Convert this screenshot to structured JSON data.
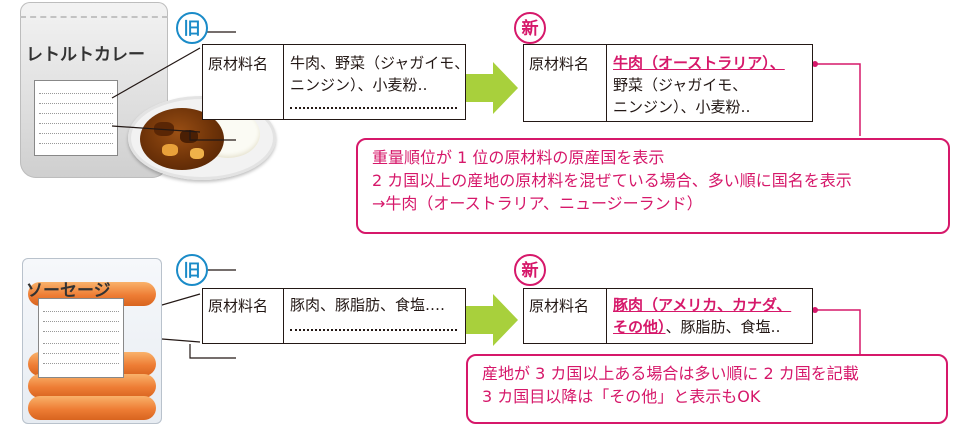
{
  "colors": {
    "accent_new": "#d6186a",
    "accent_old": "#1a8bc8",
    "arrow": "#a8d03c"
  },
  "curry": {
    "package_title": "レトルトカレー",
    "old_badge": "旧",
    "new_badge": "新",
    "old": {
      "label": "原材料名",
      "line1": "牛肉、野菜（ジャガイモ、",
      "line2": "ニンジン）、小麦粉‥"
    },
    "new": {
      "label": "原材料名",
      "highlight": "牛肉（オーストラリア）、",
      "line2": "野菜（ジャガイモ、",
      "line3": "ニンジン）、小麦粉‥"
    },
    "note": [
      "重量順位が 1 位の原材料の原産国を表示",
      "2 カ国以上の産地の原材料を混ぜている場合、多い順に国名を表示",
      "→牛肉（オーストラリア、ニュージーランド）"
    ]
  },
  "sausage": {
    "package_title": "ソーセージ",
    "old_badge": "旧",
    "new_badge": "新",
    "old": {
      "label": "原材料名",
      "line1": "豚肉、豚脂肪、食塩‥‥"
    },
    "new": {
      "label": "原材料名",
      "highlight1": "豚肉（アメリカ、カナダ、",
      "highlight2": "その他）",
      "rest2": "、豚脂肪、食塩‥"
    },
    "note": [
      "産地が 3 カ国以上ある場合は多い順に 2 カ国を記載",
      "3 カ国目以降は「その他」と表示もOK"
    ]
  }
}
